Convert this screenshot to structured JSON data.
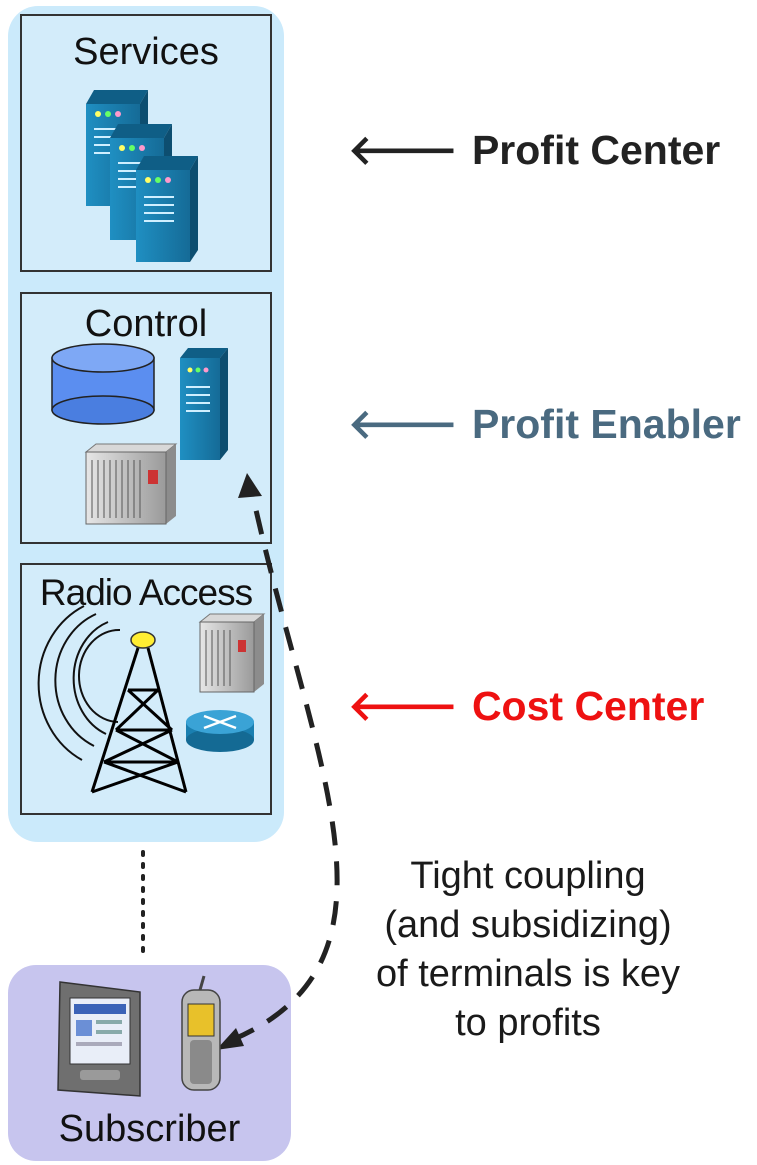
{
  "layers": {
    "services": {
      "label": "Services"
    },
    "control": {
      "label": "Control"
    },
    "radio_access": {
      "label": "Radio Access"
    }
  },
  "callouts": {
    "profit_center": {
      "arrow": "🡐",
      "text": "Profit Center",
      "color": "#222222"
    },
    "profit_enabler": {
      "arrow": "🡐",
      "text": "Profit Enabler",
      "color": "#4a6a80"
    },
    "cost_center": {
      "arrow": "🡐",
      "text": "Cost Center",
      "color": "#ee1111"
    }
  },
  "note": {
    "lines": [
      "Tight coupling",
      "(and subsidizing)",
      "of terminals is key",
      "to profits"
    ]
  },
  "subscriber": {
    "label": "Subscriber"
  },
  "icons": [
    "server-icon",
    "database-icon",
    "equipment-rack-icon",
    "radio-tower-icon",
    "router-icon",
    "pda-icon",
    "mobile-phone-icon"
  ],
  "colors": {
    "network_stack_bg": "#cbeafb",
    "subscriber_bg": "#c7c5ee",
    "server_blue": "#1a7fb0",
    "database_blue": "#5b8ef0"
  }
}
